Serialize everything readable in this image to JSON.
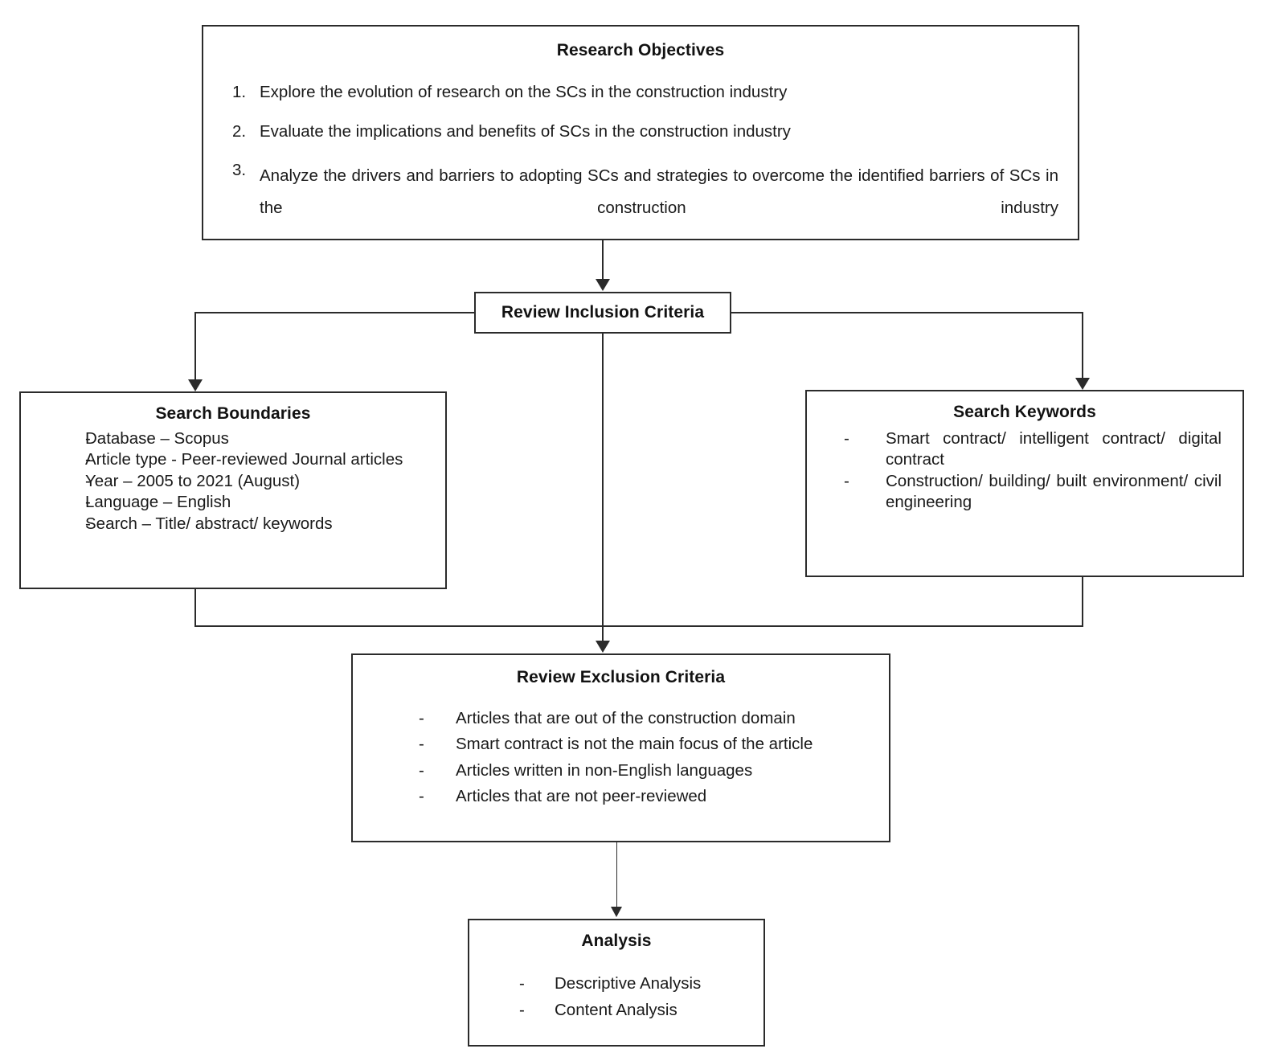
{
  "diagram": {
    "title": "Research methodology flowchart",
    "nodes": {
      "research_objectives": {
        "title": "Research Objectives",
        "items": [
          {
            "marker": "1.",
            "text": "Explore the evolution of research on the SCs in the construction industry"
          },
          {
            "marker": "2.",
            "text": "Evaluate the implications and benefits of SCs in the construction industry"
          },
          {
            "marker": "3.",
            "text": "Analyze the drivers and barriers to adopting SCs and strategies to overcome the identified barriers of SCs in the construction industry"
          }
        ]
      },
      "review_inclusion_criteria": {
        "title": "Review Inclusion Criteria"
      },
      "search_boundaries": {
        "title": "Search Boundaries",
        "bullet": "-",
        "items": [
          "Database – Scopus",
          "Article type - Peer-reviewed Journal articles",
          "Year – 2005 to 2021 (August)",
          "Language – English",
          "Search – Title/ abstract/ keywords"
        ]
      },
      "search_keywords": {
        "title": "Search Keywords",
        "bullet": "-",
        "items": [
          "Smart contract/ intelligent contract/ digital contract",
          "Construction/ building/ built environment/ civil engineering"
        ]
      },
      "review_exclusion_criteria": {
        "title": "Review Exclusion Criteria",
        "bullet": "-",
        "items": [
          "Articles that are out of the construction domain",
          "Smart contract is not the main focus of the article",
          "Articles written in non-English languages",
          "Articles that are not peer-reviewed"
        ]
      },
      "analysis": {
        "title": "Analysis",
        "bullet": "-",
        "items": [
          "Descriptive Analysis",
          "Content Analysis"
        ]
      }
    },
    "colors": {
      "stroke": "#2b2b2b",
      "text": "#1a1a1a",
      "background": "#ffffff"
    }
  }
}
